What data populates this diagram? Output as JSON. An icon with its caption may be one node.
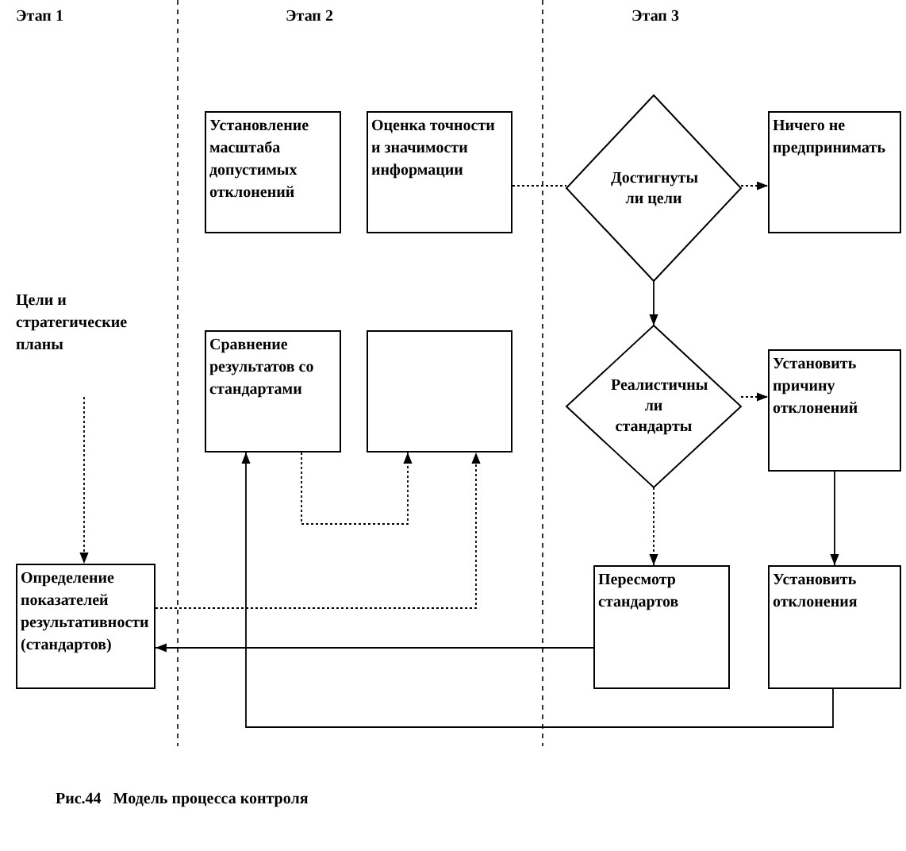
{
  "diagram": {
    "caption": "Рис.44   Модель процесса контроля",
    "nodes": [
      {
        "text": [
          "Цели и стратегические планы"
        ]
      },
      {
        "text": [
          "Определение показателей результативности (стандартов)"
        ]
      },
      {
        "text": [
          "Установление масштаба допустимых отклонений"
        ]
      },
      {
        "text": [
          "Оценка точности и значимости информации"
        ]
      },
      {
        "text": [
          "Сравнение результатов со стандартами"
        ]
      },
      {
        "text": [],
        "shape": "box"
      },
      {
        "text": [
          "Достигнуты ли цели"
        ]
      },
      {
        "text": [
          "Ничего не предпринимать"
        ]
      },
      {
        "text": [
          "Реалистичны ли стандарты"
        ]
      },
      {
        "text": [
          "Установить причину отклонений"
        ]
      },
      {
        "text": [
          "Пересмотр стандартов"
        ]
      },
      {
        "text": [
          "Установить отклонения"
        ]
      }
    ],
    "edges": [
      {
        "from": 0,
        "to": 1,
        "arrow": "to",
        "style": "dashed"
      },
      {
        "from": 3,
        "to": 6,
        "arrow": "none",
        "style": "dashed"
      },
      {
        "from": 6,
        "to": 7,
        "arrow": "to",
        "style": "dashed"
      },
      {
        "from": 6,
        "to": 8,
        "arrow": "to"
      },
      {
        "from": 8,
        "to": 9,
        "arrow": "to",
        "style": "dashed"
      },
      {
        "from": 8,
        "to": 10,
        "arrow": "to",
        "style": "dashed"
      },
      {
        "from": 9,
        "to": 11,
        "arrow": "to"
      },
      {
        "from": 4,
        "to": 5,
        "arrow": "to",
        "style": "dashed"
      },
      {
        "from": 1,
        "to": 5,
        "arrow": "to",
        "style": "dashed"
      },
      {
        "from": 10,
        "to": 1,
        "arrow": "to"
      },
      {
        "from": 11,
        "to": 4,
        "arrow": "to"
      }
    ],
    "labels": [
      "Этап 1",
      "Этап 2",
      "Этап 3"
    ]
  }
}
